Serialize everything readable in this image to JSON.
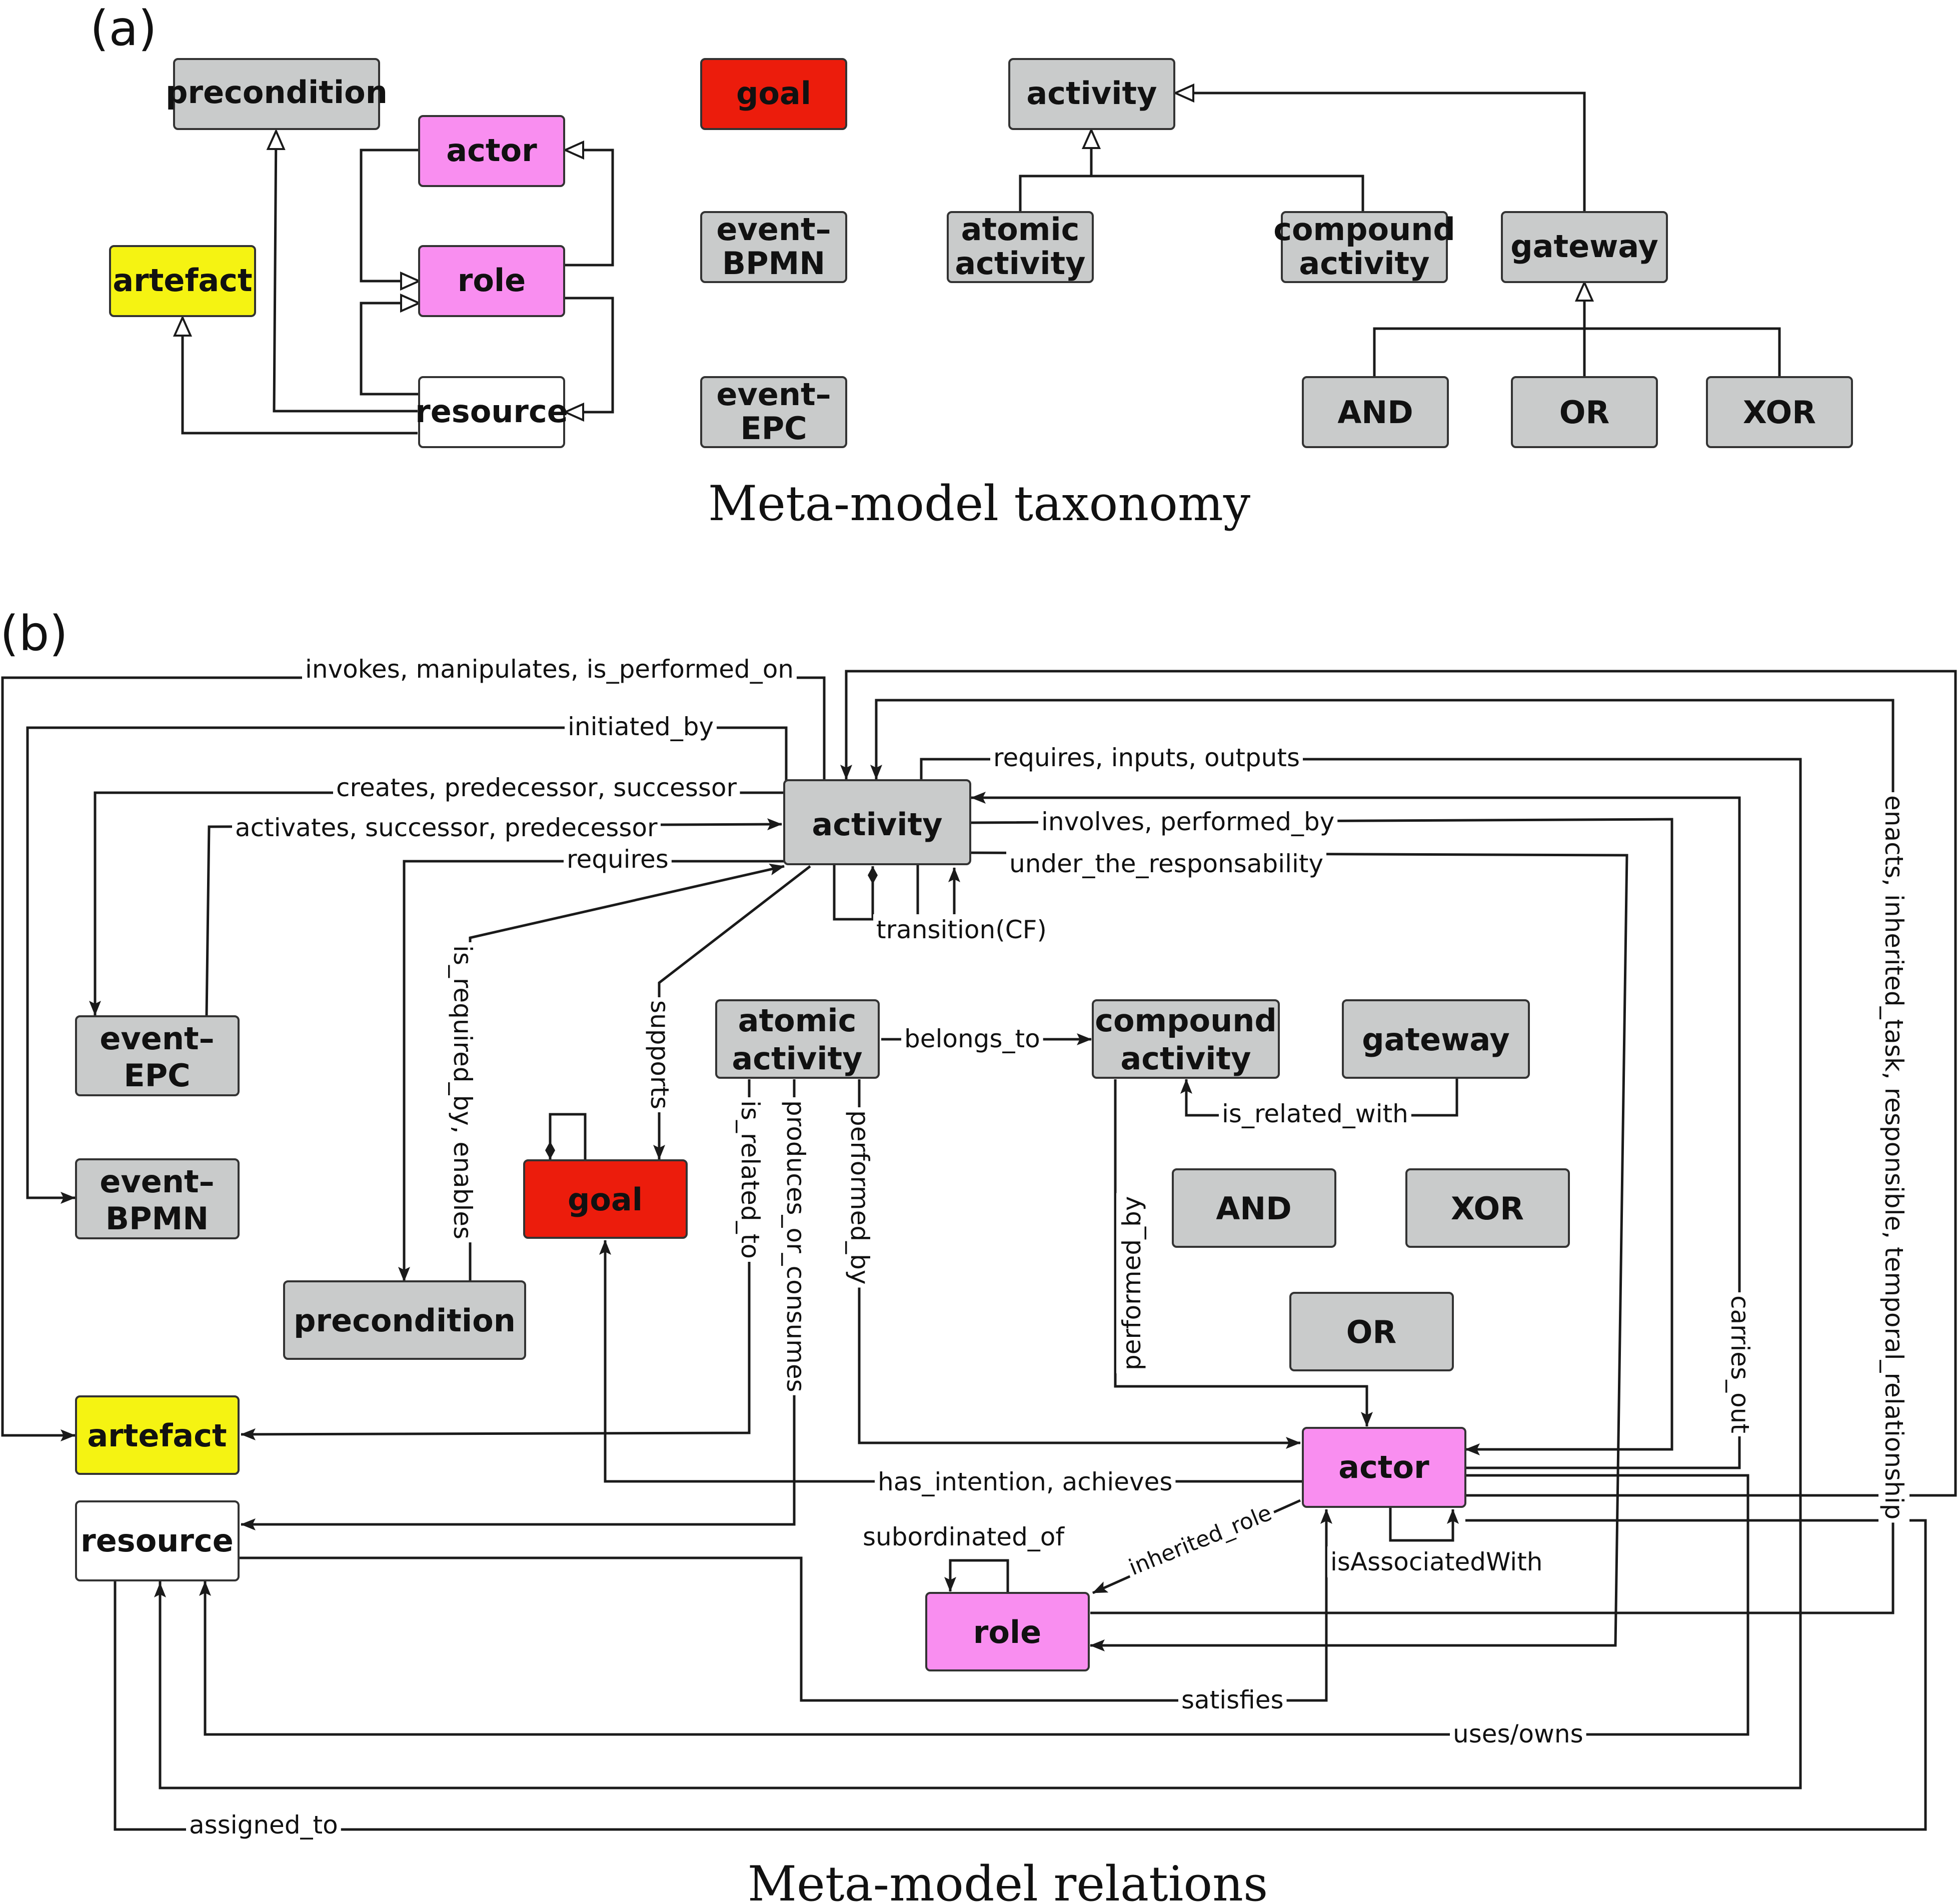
{
  "colors": {
    "gray": "#c9cbcb",
    "pink": "#f98ef0",
    "red": "#ec1c0c",
    "yellow": "#f5f312",
    "white": "#ffffff"
  },
  "panel_a": {
    "label": "(a)",
    "caption": "Meta-model taxonomy",
    "nodes": {
      "precondition": "precondition",
      "actor": "actor",
      "role": "role",
      "artefact": "artefact",
      "resource": "resource",
      "goal": "goal",
      "event_bpmn": [
        "event–",
        "BPMN"
      ],
      "event_epc": [
        "event–",
        "EPC"
      ],
      "activity": "activity",
      "atomic_activity": [
        "atomic",
        "activity"
      ],
      "compound_activity": [
        "compound",
        "activity"
      ],
      "gateway": "gateway",
      "and": "AND",
      "or": "OR",
      "xor": "XOR"
    }
  },
  "panel_b": {
    "label": "(b)",
    "caption": "Meta-model relations",
    "nodes": {
      "activity": "activity",
      "event_epc": [
        "event–",
        "EPC"
      ],
      "event_bpmn": [
        "event–",
        "BPMN"
      ],
      "atomic_activity": [
        "atomic",
        "activity"
      ],
      "compound_activity": [
        "compound",
        "activity"
      ],
      "gateway": "gateway",
      "goal": "goal",
      "precondition": "precondition",
      "and": "AND",
      "xor": "XOR",
      "or": "OR",
      "artefact": "artefact",
      "resource": "resource",
      "actor": "actor",
      "role": "role"
    },
    "edge_labels": {
      "invokes": "invokes, manipulates, is_performed_on",
      "initiated_by": "initiated_by",
      "creates": "creates, predecessor, successor",
      "activates": "activates, successor, predecessor",
      "requires": "requires",
      "requires_io": "requires, inputs, outputs",
      "involves": "involves, performed_by",
      "responsability": "under_the_responsability",
      "transition": "transition(CF)",
      "is_required_by": "is_required_by, enables",
      "supports": "supports",
      "belongs_to": "belongs_to",
      "is_related_with": "is_related_with",
      "is_related_to": "is_related_to",
      "produces": "produces_or_consumes",
      "performed_by_atomic": "performed_by",
      "performed_by_compound": "performed_by",
      "carries_out": "carries_out",
      "enacts": "enacts, inherited_task, responsible, temporal_relationship",
      "has_intention": "has_intention, achieves",
      "subordinated_of": "subordinated_of",
      "inherited_role": "inherited_role",
      "is_associated_with": "isAssociatedWith",
      "satisfies": "satisfies",
      "uses_owns": "uses/owns",
      "assigned_to": "assigned_to"
    }
  }
}
